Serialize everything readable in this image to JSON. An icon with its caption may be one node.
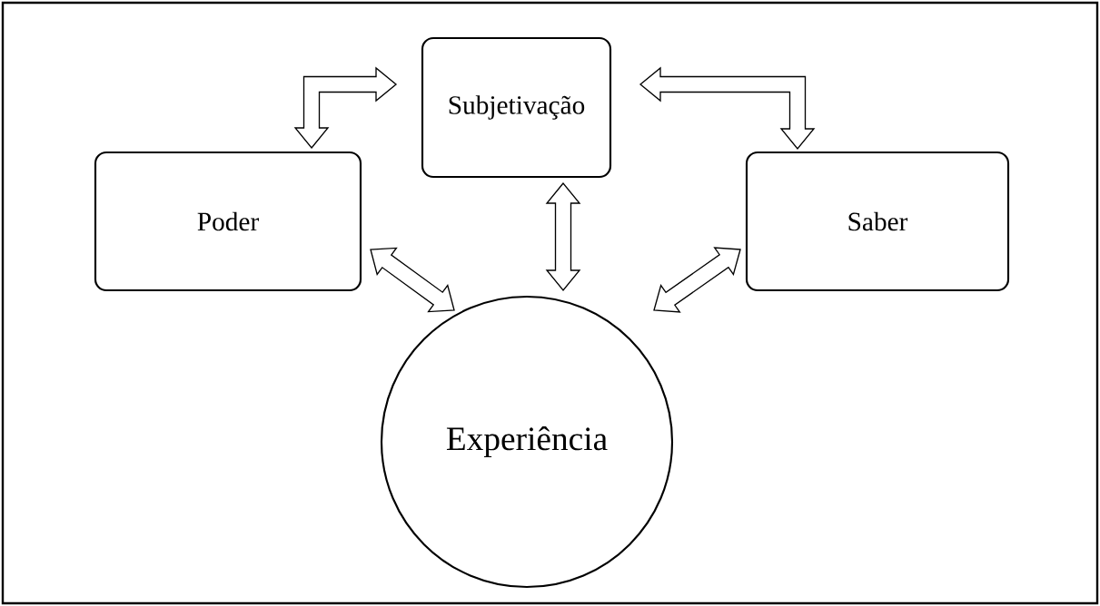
{
  "diagram": {
    "nodes": [
      {
        "text": [
          "Subjetivação"
        ]
      },
      {
        "text": [
          "Poder"
        ]
      },
      {
        "text": [
          "Saber"
        ]
      },
      {
        "text": [
          "Experiência"
        ]
      }
    ],
    "edges": [
      {
        "from": 1,
        "to": 0,
        "arrow": "both"
      },
      {
        "from": 0,
        "to": 2,
        "arrow": "both"
      },
      {
        "from": 0,
        "to": 3,
        "arrow": "both"
      },
      {
        "from": 1,
        "to": 3,
        "arrow": "both"
      },
      {
        "from": 2,
        "to": 3,
        "arrow": "both"
      }
    ]
  }
}
